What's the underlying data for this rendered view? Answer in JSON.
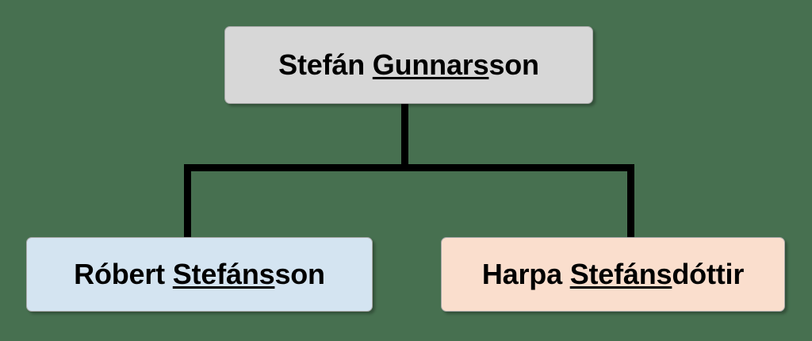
{
  "diagram": {
    "type": "hierarchy-tree",
    "background_color": "#477050",
    "connector_color": "#000000",
    "nodes": [
      {
        "id": "root",
        "label": "Stefán Gunnarsson",
        "given_name": "Stefán",
        "highlighted_part": "Gunnars",
        "suffix_part": "son",
        "fill_color": "#d7d7d7",
        "border_color": "#a8a8a8",
        "role": "parent"
      },
      {
        "id": "child-left",
        "label": "Róbert Stefánsson",
        "given_name": "Róbert",
        "highlighted_part": "Stefáns",
        "suffix_part": "son",
        "fill_color": "#d4e4f1",
        "border_color": "#a8a8a8",
        "role": "child"
      },
      {
        "id": "child-right",
        "label": "Harpa Stefánsdóttir",
        "given_name": "Harpa",
        "highlighted_part": "Stefáns",
        "suffix_part": "dóttir",
        "fill_color": "#fadecd",
        "border_color": "#a8a8a8",
        "role": "child"
      }
    ],
    "edges": [
      {
        "from": "root",
        "to": "child-left"
      },
      {
        "from": "root",
        "to": "child-right"
      }
    ]
  }
}
